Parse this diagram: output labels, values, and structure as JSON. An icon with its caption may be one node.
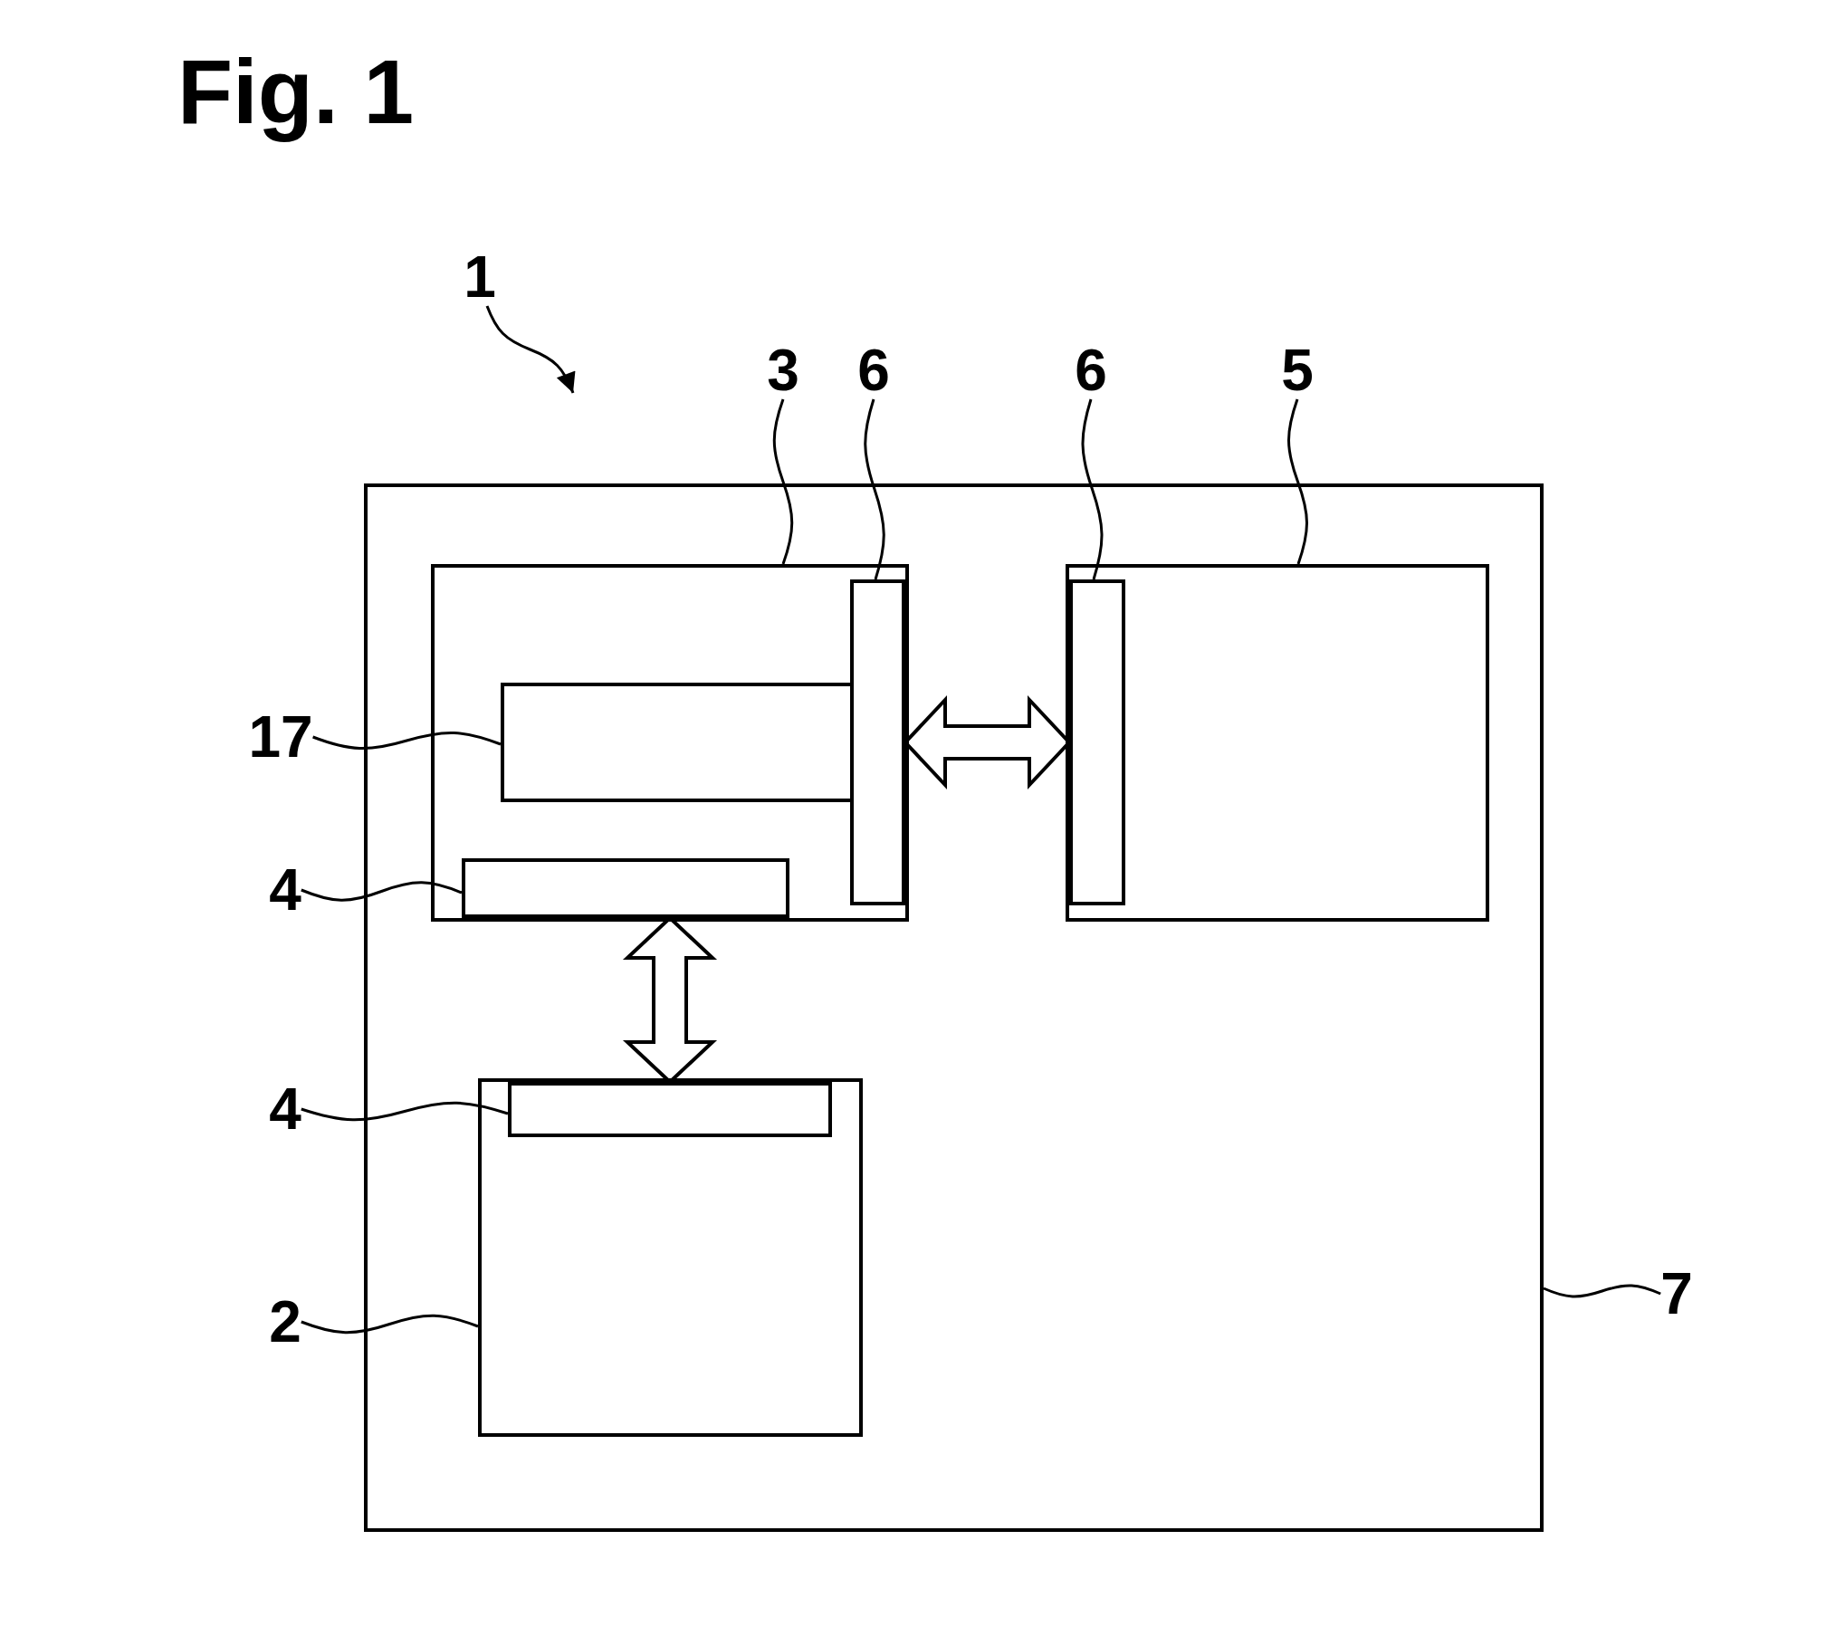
{
  "diagram": {
    "title": "Fig. 1",
    "nodes": [
      {
        "text": [
          "1"
        ]
      },
      {
        "text": [
          "3"
        ]
      },
      {
        "text": [
          "6"
        ]
      },
      {
        "text": [
          "6"
        ]
      },
      {
        "text": [
          "5"
        ]
      },
      {
        "text": [],
        "shape": "box"
      },
      {
        "text": [],
        "shape": "box",
        "in": 5
      },
      {
        "text": [],
        "shape": "box",
        "in": 6
      },
      {
        "text": [],
        "shape": "box",
        "in": 6
      },
      {
        "text": [],
        "shape": "box",
        "in": 6
      },
      {
        "text": [],
        "shape": "box",
        "in": 5
      },
      {
        "text": [],
        "shape": "box",
        "in": 10
      },
      {
        "text": [],
        "shape": "box",
        "in": 5
      },
      {
        "text": [],
        "shape": "box",
        "in": 12
      },
      {
        "text": [
          "17"
        ]
      },
      {
        "text": [
          "4"
        ]
      },
      {
        "text": [
          "4"
        ]
      },
      {
        "text": [
          "2"
        ]
      },
      {
        "text": [
          "7"
        ]
      }
    ],
    "edges": [
      {
        "from": 0,
        "to": null,
        "arrow": "to"
      },
      {
        "from": 1,
        "to": 6,
        "arrow": "none"
      },
      {
        "from": 2,
        "to": 8,
        "arrow": "none"
      },
      {
        "from": 3,
        "to": 11,
        "arrow": "none"
      },
      {
        "from": 4,
        "to": 10,
        "arrow": "none"
      },
      {
        "from": 14,
        "to": 7,
        "arrow": "none"
      },
      {
        "from": 15,
        "to": 9,
        "arrow": "none"
      },
      {
        "from": 16,
        "to": 13,
        "arrow": "none"
      },
      {
        "from": 17,
        "to": 12,
        "arrow": "none"
      },
      {
        "from": 18,
        "to": 5,
        "arrow": "none"
      },
      {
        "from": 8,
        "to": 11,
        "arrow": "both",
        "style": "thick"
      },
      {
        "from": 9,
        "to": 13,
        "arrow": "both",
        "style": "thick"
      }
    ]
  }
}
